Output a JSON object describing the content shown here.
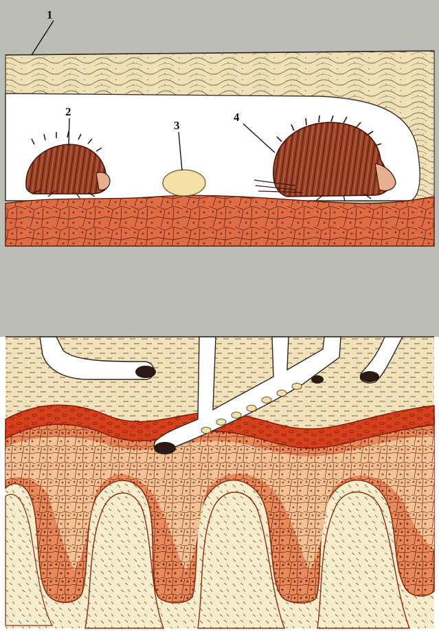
{
  "figure": {
    "labels": [
      {
        "text": "1",
        "part": "stratum-corneum-surface"
      },
      {
        "text": "2",
        "part": "mite-small"
      },
      {
        "text": "3",
        "part": "egg"
      },
      {
        "text": "4",
        "part": "mite-large"
      }
    ]
  },
  "colors": {
    "background_gray": "#bdbdb7",
    "horny_layer": "#f1dfb8",
    "tunnel": "#ffffff",
    "epidermis_upper": "#de6d46",
    "granular_layer": "#d4401c",
    "spinous_layer": "#f3c79e",
    "dermis": "#f7eccc",
    "mite": "#8c3b22",
    "egg": "#f3e1a7"
  }
}
